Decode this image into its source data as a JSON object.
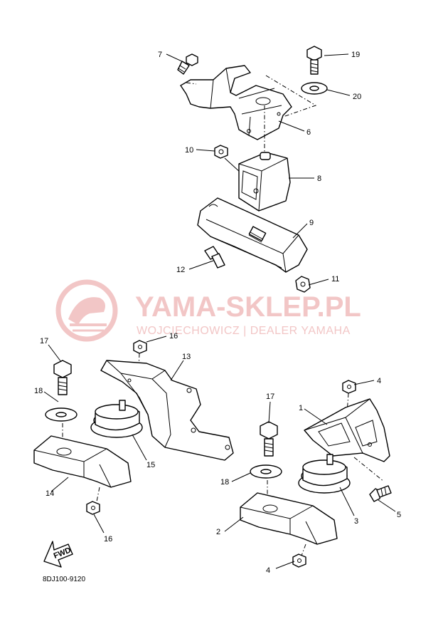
{
  "watermark": {
    "title": "YAMA-SKLEP.PL",
    "subtitle": "WOJCIECHOWICZ | DEALER YAMAHA",
    "color": "#f2c6c6"
  },
  "fwd_label": "FWD",
  "diagram_code": "8DJ100-9120",
  "callouts": [
    {
      "id": "c7",
      "text": "7"
    },
    {
      "id": "c19",
      "text": "19"
    },
    {
      "id": "c20",
      "text": "20"
    },
    {
      "id": "c6",
      "text": "6"
    },
    {
      "id": "c10",
      "text": "10"
    },
    {
      "id": "c8",
      "text": "8"
    },
    {
      "id": "c9",
      "text": "9"
    },
    {
      "id": "c12",
      "text": "12"
    },
    {
      "id": "c11",
      "text": "11"
    },
    {
      "id": "c16a",
      "text": "16"
    },
    {
      "id": "c13",
      "text": "13"
    },
    {
      "id": "c17a",
      "text": "17"
    },
    {
      "id": "c18a",
      "text": "18"
    },
    {
      "id": "c15",
      "text": "15"
    },
    {
      "id": "c14",
      "text": "14"
    },
    {
      "id": "c16b",
      "text": "16"
    },
    {
      "id": "c4a",
      "text": "4"
    },
    {
      "id": "c1",
      "text": "1"
    },
    {
      "id": "c17b",
      "text": "17"
    },
    {
      "id": "c18b",
      "text": "18"
    },
    {
      "id": "c3",
      "text": "3"
    },
    {
      "id": "c5",
      "text": "5"
    },
    {
      "id": "c2",
      "text": "2"
    },
    {
      "id": "c4b",
      "text": "4"
    }
  ]
}
